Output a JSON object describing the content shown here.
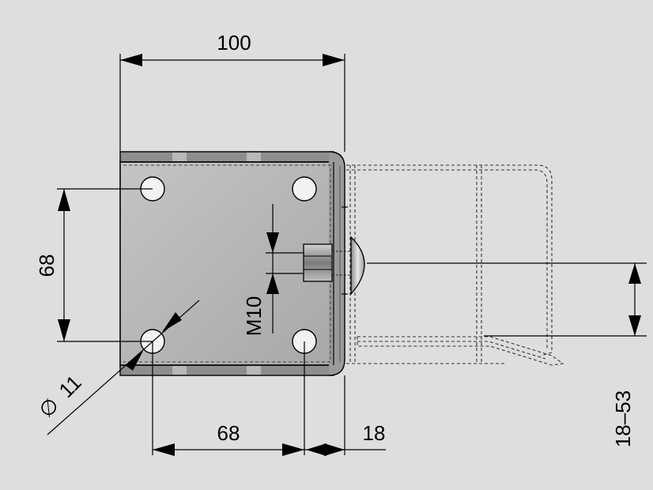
{
  "drawing": {
    "colors": {
      "background": "#dedede",
      "plate": "#b4b4b4",
      "plate_edge": "#6e6e6e",
      "hole": "#f2f2f2",
      "line": "#000000",
      "hidden_line": "#333333"
    },
    "dimensions": {
      "width_top": "100",
      "hole_spacing_vertical": "68",
      "hole_spacing_horizontal": "68",
      "offset_right": "18",
      "hole_diameter_symbol": "∅",
      "hole_diameter": "11",
      "thread": "M10",
      "adjust_range": "18–53"
    }
  }
}
